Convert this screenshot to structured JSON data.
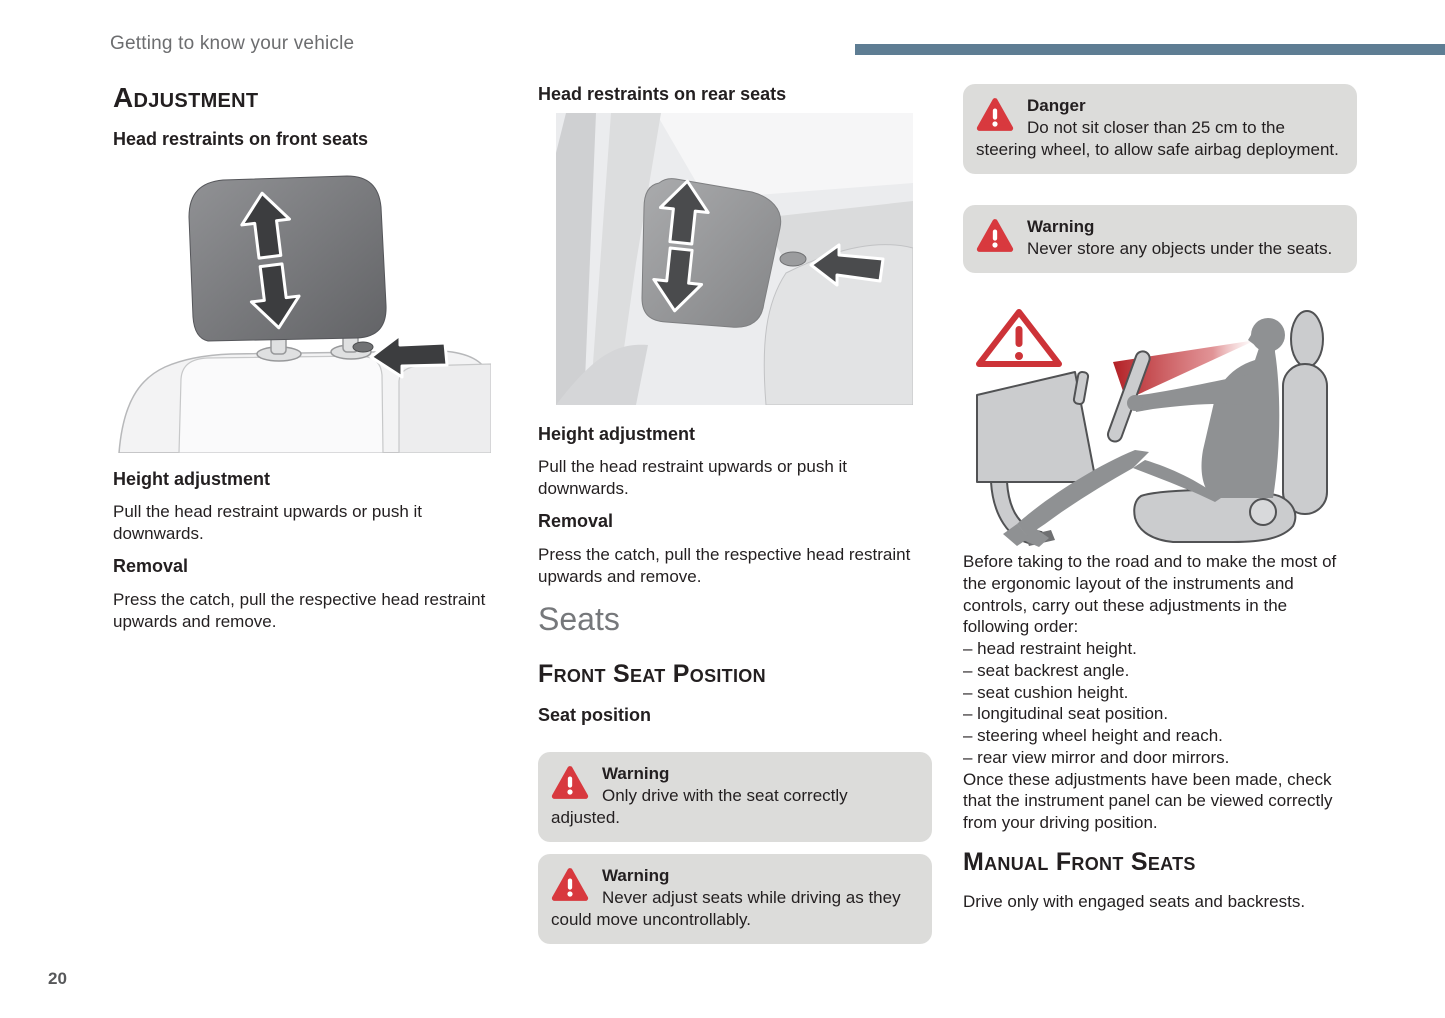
{
  "page": {
    "header": "Getting to know your vehicle",
    "page_number": "20"
  },
  "colors": {
    "accent_bar": "#5e7d93",
    "warning_red": "#d8393e",
    "note_box_bg": "#dcdcda",
    "chapter_gray": "#76787b"
  },
  "icons": {
    "warning_triangle": "⚠",
    "up_arrow": "↑",
    "down_arrow": "↓",
    "left_arrow": "←"
  },
  "left_column": {
    "section_title": "Adjustment",
    "subsection_title": "Head restraints on front seats",
    "height_adjustment_title": "Height adjustment",
    "height_adjustment_text": "Pull the head restraint upwards or push it downwards.",
    "removal_title": "Removal",
    "removal_text": "Press the catch, pull the respective head restraint upwards and remove."
  },
  "middle_column": {
    "subsection_title": "Head restraints on rear seats",
    "height_adjustment_title": "Height adjustment",
    "height_adjustment_text": "Pull the head restraint upwards or push it downwards.",
    "removal_title": "Removal",
    "removal_text": "Press the catch, pull the respective head restraint upwards and remove.",
    "chapter_title": "Seats",
    "section_title": "Front Seat Position",
    "sub_title": "Seat position",
    "warning1": {
      "title": "Warning",
      "text": "Only drive with the seat correctly adjusted."
    },
    "warning2": {
      "title": "Warning",
      "text": "Never adjust seats while driving as they could move uncontrollably."
    }
  },
  "right_column": {
    "danger": {
      "title": "Danger",
      "text": "Do not sit closer than 25 cm to the steering wheel, to allow safe airbag deployment."
    },
    "warning": {
      "title": "Warning",
      "text": "Never store any objects under the seats."
    },
    "ergonomics_intro": "Before taking to the road and to make the most of the ergonomic layout of the instruments and controls, carry out these adjustments in the following order:",
    "adjustment_list": [
      "– head restraint height.",
      "– seat backrest angle.",
      "– seat cushion height.",
      "– longitudinal seat position.",
      "– steering wheel height and reach.",
      "– rear view mirror and door mirrors."
    ],
    "ergonomics_outro": "Once these adjustments have been made, check that the instrument panel can be viewed correctly from your driving position.",
    "section_title": "Manual Front Seats",
    "section_text": "Drive only with engaged seats and backrests."
  }
}
